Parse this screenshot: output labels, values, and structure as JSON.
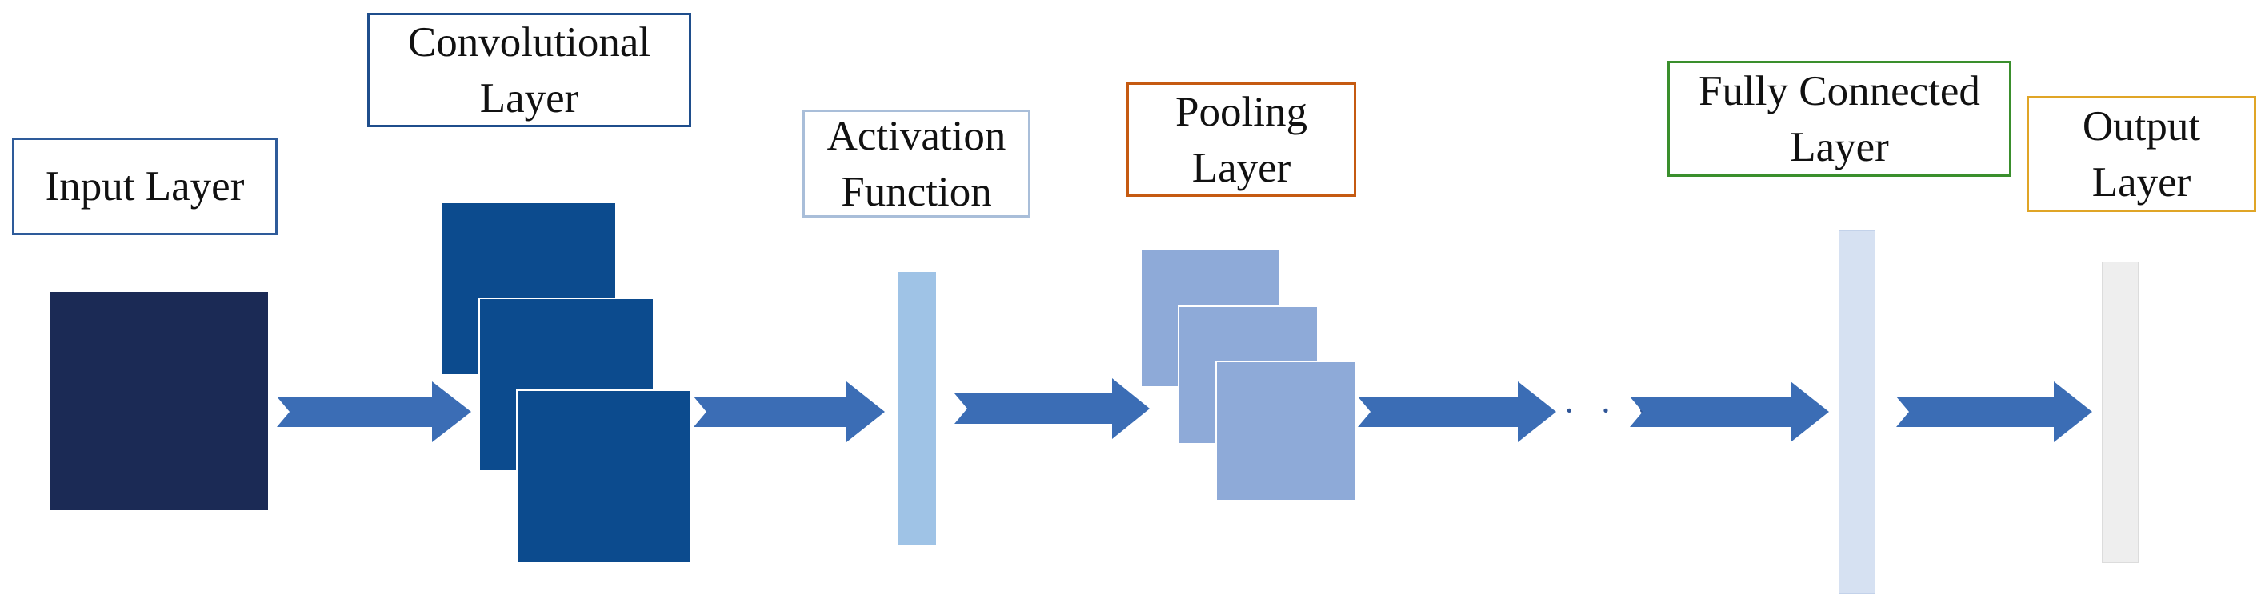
{
  "diagram": {
    "labels": {
      "input": [
        "Input Layer"
      ],
      "conv": [
        "Convolutional",
        "Layer"
      ],
      "activation": [
        "Activation",
        "Function"
      ],
      "pooling": [
        "Pooling",
        "Layer"
      ],
      "fc": [
        "Fully Connected",
        "Layer"
      ],
      "output": [
        "Output",
        "Layer"
      ]
    },
    "ellipsis": "· · ·",
    "colors": {
      "input_border": "#2e5b9a",
      "conv_border": "#1f4e8c",
      "activation_border": "#a9bed9",
      "pooling_border": "#c55a11",
      "fc_border": "#3a8f2d",
      "output_border": "#e0a526",
      "input_block": "#1b2a55",
      "conv_block": "#0c4b8e",
      "activation_bar": "#9fc3e6",
      "pooling_block": "#8eaad8",
      "fc_bar": "#d6e1f2",
      "output_bar": "#eeeeee",
      "arrow": "#3b6db5"
    }
  }
}
